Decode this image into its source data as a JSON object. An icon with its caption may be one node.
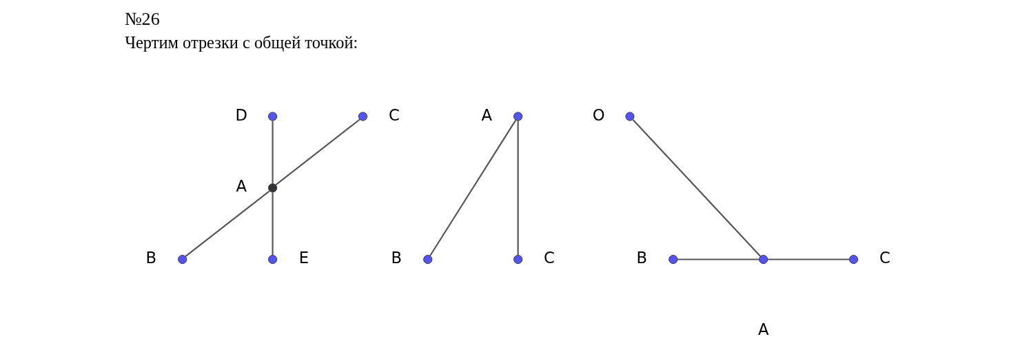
{
  "diagram": {
    "title": "№26",
    "nodes": [
      {
        "text": [],
        "shape": "circle",
        "beside": [
          "D"
        ]
      },
      {
        "text": [],
        "shape": "circle",
        "beside": [
          "A"
        ]
      },
      {
        "text": [],
        "shape": "circle",
        "beside": [
          "C"
        ]
      },
      {
        "text": [],
        "shape": "circle",
        "beside": [
          "B"
        ]
      },
      {
        "text": [],
        "shape": "circle",
        "beside": [
          "E"
        ]
      },
      {
        "text": [],
        "shape": "circle",
        "beside": [
          "A"
        ]
      },
      {
        "text": [],
        "shape": "circle",
        "beside": [
          "B"
        ]
      },
      {
        "text": [],
        "shape": "circle",
        "beside": [
          "C"
        ]
      },
      {
        "text": [],
        "shape": "circle",
        "beside": [
          "O"
        ]
      },
      {
        "text": [],
        "shape": "circle",
        "beside": [
          "B"
        ]
      },
      {
        "text": [],
        "shape": "circle",
        "beside": [
          "A"
        ]
      },
      {
        "text": [],
        "shape": "circle",
        "beside": [
          "C"
        ]
      }
    ],
    "edges": [
      {
        "from": 1,
        "to": 0,
        "arrow": "none"
      },
      {
        "from": 1,
        "to": 2,
        "arrow": "none"
      },
      {
        "from": 1,
        "to": 3,
        "arrow": "none"
      },
      {
        "from": 1,
        "to": 4,
        "arrow": "none"
      },
      {
        "from": 5,
        "to": 6,
        "arrow": "none"
      },
      {
        "from": 5,
        "to": 7,
        "arrow": "none"
      },
      {
        "from": 10,
        "to": 8,
        "arrow": "none"
      },
      {
        "from": 10,
        "to": 9,
        "arrow": "none"
      },
      {
        "from": 10,
        "to": 11,
        "arrow": "none"
      }
    ],
    "labels": [
      "Чертим отрезки с общей точкой:"
    ]
  }
}
